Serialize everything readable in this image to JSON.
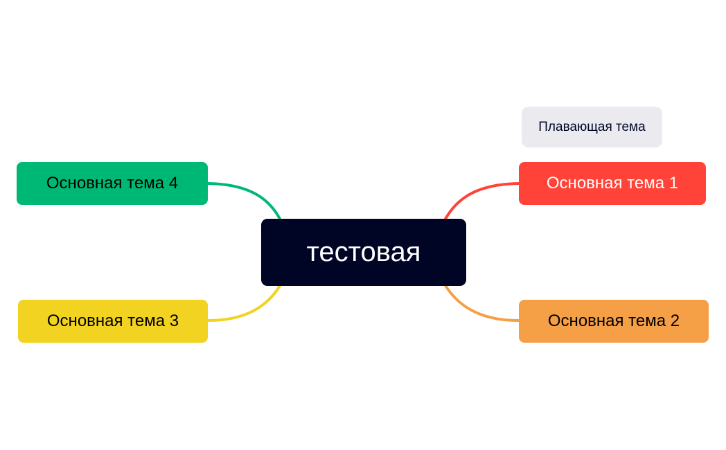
{
  "mindmap": {
    "central": {
      "label": "тестовая",
      "color": "#000526"
    },
    "topics": [
      {
        "label": "Основная тема 1",
        "color": "#FF4338"
      },
      {
        "label": "Основная тема 2",
        "color": "#F59F47"
      },
      {
        "label": "Основная тема 3",
        "color": "#F2D321"
      },
      {
        "label": "Основная тема 4",
        "color": "#00B876"
      }
    ],
    "floating_topic": {
      "label": "Плавающая тема",
      "color": "#EBEBEF"
    }
  }
}
